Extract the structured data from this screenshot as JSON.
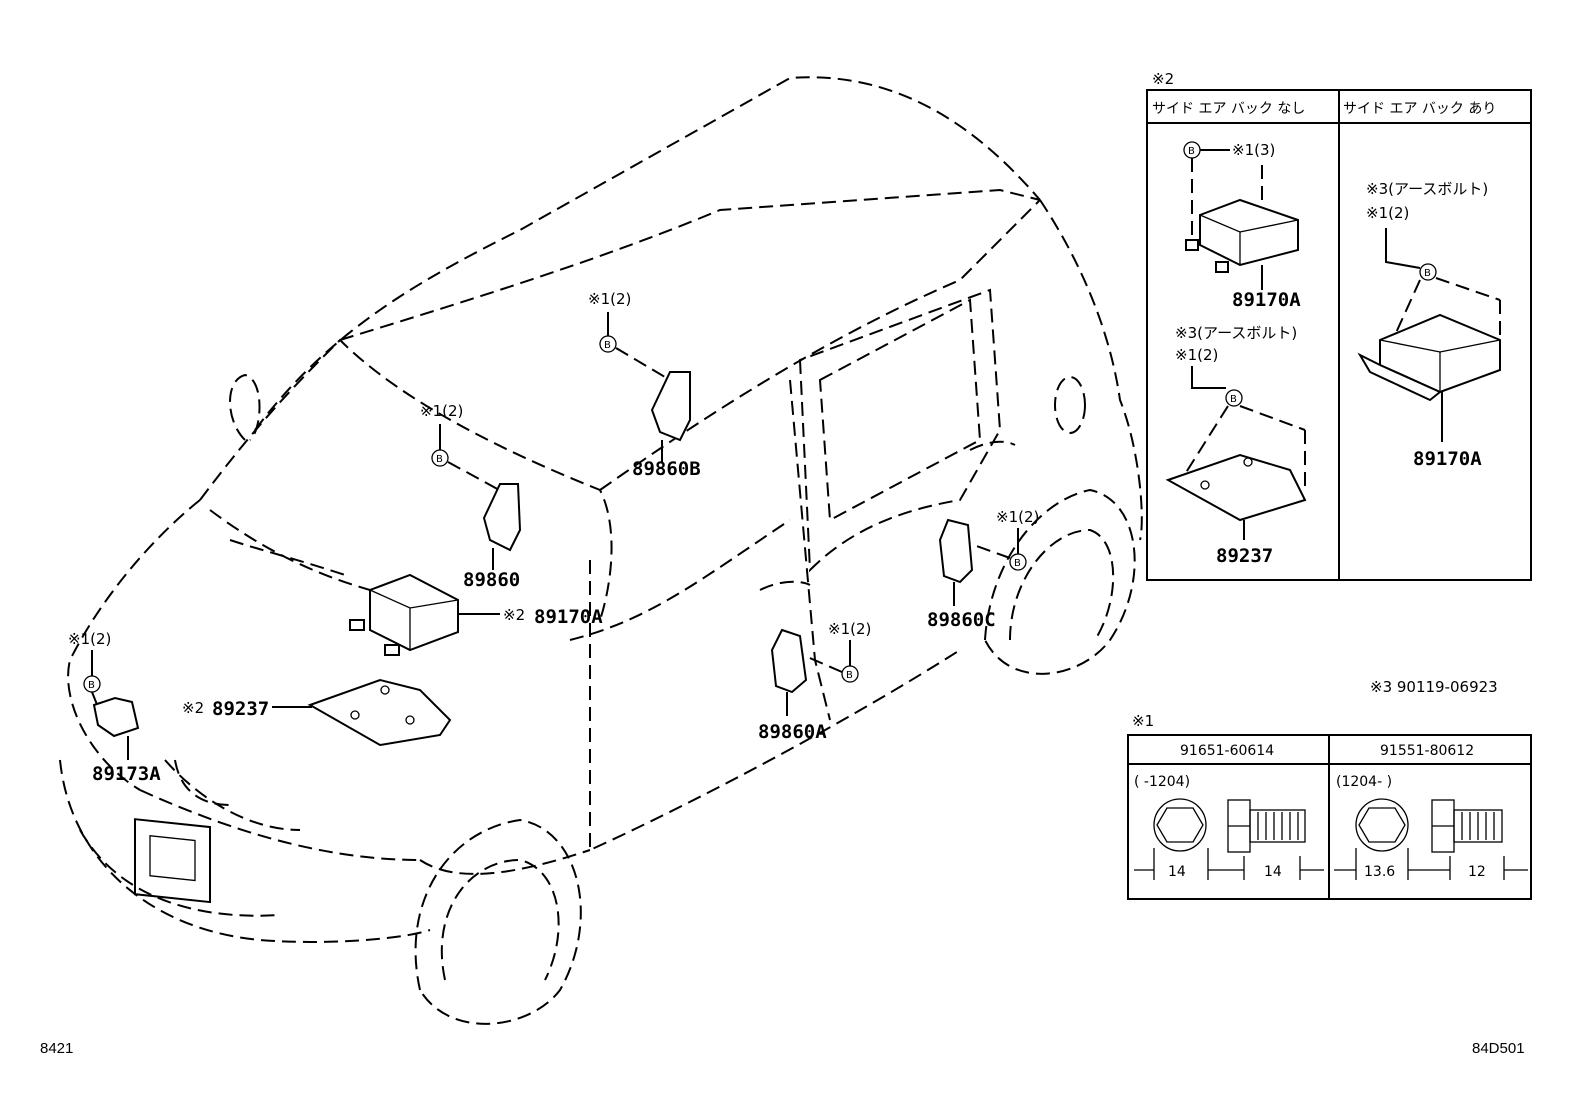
{
  "diagram": {
    "corner_left": "8421",
    "corner_right": "84D501",
    "markers": {
      "bolt": "B",
      "note1_2": "※1(2)",
      "note1_3": "※1(3)",
      "note2": "※2",
      "note3_ground": "※3(アースボルト)"
    },
    "parts": {
      "p89860b": "89860B",
      "p89860": "89860",
      "p89170a_main": "89170A",
      "p89237_main": "89237",
      "p89173a": "89173A",
      "p89860c": "89860C",
      "p89860a": "89860A"
    },
    "inset2": {
      "title": "※2",
      "col1_header": "サイド エア バック なし",
      "col2_header": "サイド エア バック あり",
      "col1_part_top": "89170A",
      "col1_part_bottom": "89237",
      "col2_part": "89170A"
    },
    "note3": "※3  90119-06923",
    "inset1": {
      "title": "※1",
      "col1_header": "91651-60614",
      "col2_header": "91551-80612",
      "col1_range": "(    -1204)",
      "col2_range": "(1204-     )",
      "col1_dim_left": "14",
      "col1_dim_right": "14",
      "col2_dim_left": "13.6",
      "col2_dim_right": "12"
    }
  }
}
